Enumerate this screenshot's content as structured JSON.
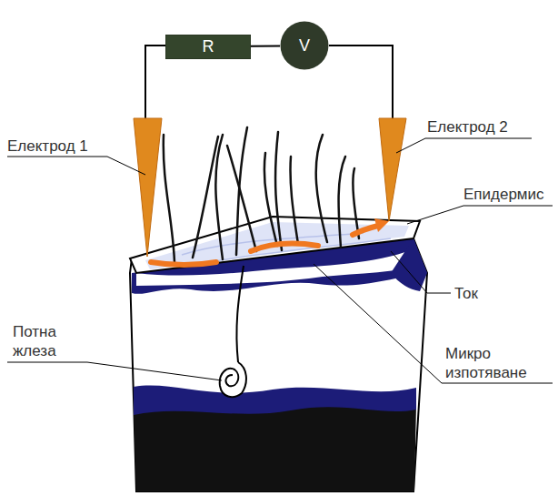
{
  "diagram": {
    "nodes": [
      {
        "text": [
          "R"
        ]
      },
      {
        "text": [
          "V"
        ]
      }
    ],
    "edges": [
      {
        "from": 0,
        "to": 1,
        "arrow": "none"
      }
    ],
    "labels": [
      "Електрод 1",
      "Електрод 2",
      "Епидермис",
      "Ток",
      "Потна жлеза",
      "Микро изпотяване"
    ]
  }
}
